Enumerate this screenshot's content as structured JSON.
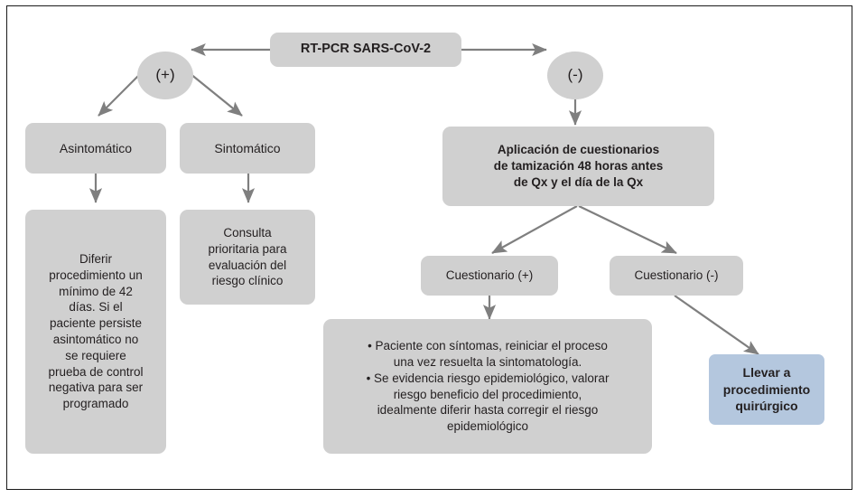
{
  "diagram": {
    "title_node": {
      "id": "rt-pcr",
      "label": "RT-PCR SARS-CoV-2"
    },
    "decision_nodes": [
      {
        "id": "positive",
        "label": "(+)"
      },
      {
        "id": "negative",
        "label": "(-)"
      }
    ],
    "left_branch": {
      "asymptomatic": {
        "label": "Asintomático",
        "action": "Diferir\nprocedimiento un\nmínimo de 42\ndías. Si el\npaciente persiste\nasintomático no\nse requiere\nprueba de control\nnegativa para ser\nprogramado"
      },
      "symptomatic": {
        "label": "Sintomático",
        "action": "Consulta\nprioritaria para\nevaluación del\nriesgo clínico"
      }
    },
    "right_branch": {
      "questionnaire": {
        "label": "Aplicación de cuestionarios\nde tamización 48 horas antes\nde Qx y el día de la Qx"
      },
      "questionnaire_positive": {
        "label": "Cuestionario (+)",
        "bullets": [
          "Paciente con síntomas, reiniciar el proceso\nuna vez resuelta la sintomatología.",
          "Se evidencia riesgo epidemiológico, valorar\nriesgo beneficio del procedimiento,\nidealmente diferir hasta corregir el riesgo\nepidemiológico"
        ],
        "bullet_glyph": "•"
      },
      "questionnaire_negative": {
        "label": "Cuestionario (-)",
        "outcome": "Llevar a\nprocedimiento\nquirúrgico"
      }
    },
    "colors": {
      "node_gray": "#d0d0d0",
      "node_blue": "#b4c7de",
      "arrow_gray": "#7f7f7f",
      "text": "#231f20",
      "frame": "#1a1a1a",
      "background": "#ffffff"
    }
  }
}
